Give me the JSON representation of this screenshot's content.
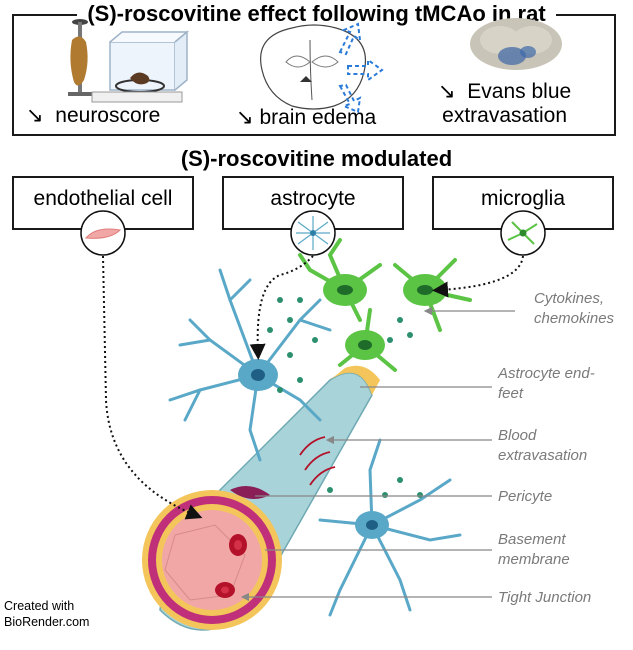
{
  "effect_panel": {
    "title": "(S)-roscovitine effect following tMCAo in rat",
    "items": [
      {
        "arrow": "↘",
        "label": "neuroscore"
      },
      {
        "arrow": "↘",
        "label": "brain edema"
      },
      {
        "arrow": "↘",
        "label": "Evans blue",
        "label2": "extravasation"
      }
    ]
  },
  "modulated_title": "(S)-roscovitine modulated",
  "cells": [
    {
      "label": "endothelial cell"
    },
    {
      "label": "astrocyte"
    },
    {
      "label": "microglia"
    }
  ],
  "annotations": [
    {
      "line1": "Cytokines,",
      "line2": "chemokines"
    },
    {
      "line1": "Astrocyte end-",
      "line2": "feet"
    },
    {
      "line1": "Blood",
      "line2": "extravasation"
    },
    {
      "line1": "Pericyte",
      "line2": ""
    },
    {
      "line1": "Basement",
      "line2": "membrane"
    },
    {
      "line1": "Tight Junction",
      "line2": ""
    }
  ],
  "credit": {
    "line1": "Created with",
    "line2": "BioRender.com"
  },
  "colors": {
    "astrocyte": "#5aa8c8",
    "microglia": "#5cc445",
    "endothelium": "#f2a7a7",
    "pericyte": "#c0307a",
    "basement": "#f3c55a",
    "vessel_wall": "#a8d3d8",
    "annotation": "#7a7a7a",
    "evans_blue": "#3e6aa8"
  },
  "icons": [
    "rat-on-rotarod-icon",
    "brain-section-icon",
    "stained-brain-icon",
    "endothelial-cell-icon",
    "astrocyte-icon",
    "microglia-icon"
  ]
}
